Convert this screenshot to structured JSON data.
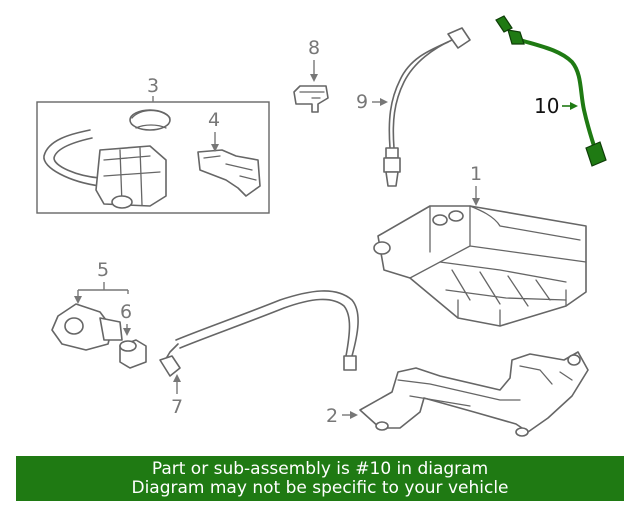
{
  "callouts": {
    "c1": "1",
    "c2": "2",
    "c3": "3",
    "c4": "4",
    "c5": "5",
    "c6": "6",
    "c7": "7",
    "c8": "8",
    "c9": "9",
    "c10": "10"
  },
  "highlight_color": "#1f7a13",
  "banner": {
    "line1": "Part or sub-assembly is #10 in diagram",
    "line2": "Diagram may not be specific to your vehicle"
  }
}
